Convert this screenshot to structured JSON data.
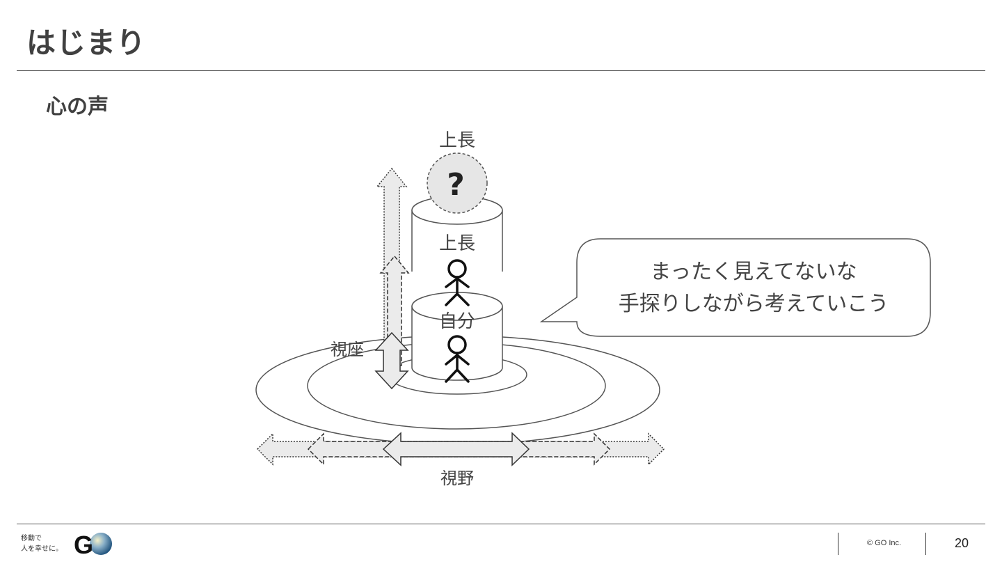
{
  "slide": {
    "title": "はじまり",
    "section_heading": "心の声"
  },
  "diagram": {
    "top_label": "上長",
    "question_mark": "?",
    "boss_label": "上長",
    "self_label": "自分",
    "viewpoint_label": "視座",
    "field_of_view_label": "視野",
    "speech_bubble": {
      "line1": "まったく見えてないな",
      "line2": "手探りしながら考えていこう"
    }
  },
  "footer": {
    "tagline_line1": "移動で",
    "tagline_line2": "人を幸せに。",
    "logo_text": "G",
    "copyright": "© GO Inc.",
    "page_number": "20"
  }
}
